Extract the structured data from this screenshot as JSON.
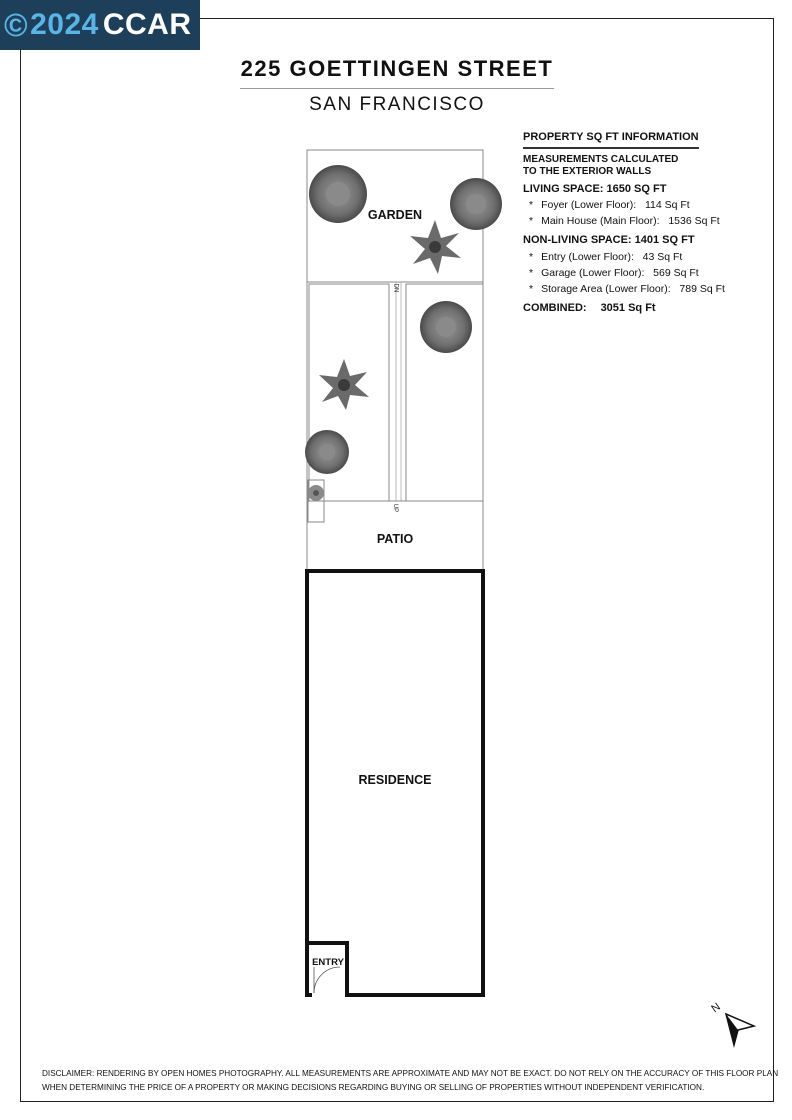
{
  "watermark": {
    "symbol": "©",
    "year": "2024",
    "brand": "CCAR"
  },
  "header": {
    "title": "225 GOETTINGEN STREET",
    "subtitle": "SAN FRANCISCO"
  },
  "sqft_info": {
    "heading": "PROPERTY SQ FT INFORMATION",
    "measurement_note_1": "MEASUREMENTS CALCULATED",
    "measurement_note_2": "TO THE EXTERIOR WALLS",
    "living": {
      "label": "LIVING SPACE: 1650 SQ FT",
      "items": [
        {
          "name": "Foyer (Lower Floor):",
          "value": "114 Sq Ft"
        },
        {
          "name": "Main House (Main Floor):",
          "value": "1536 Sq Ft"
        }
      ]
    },
    "non_living": {
      "label": "NON-LIVING SPACE: 1401 SQ FT",
      "items": [
        {
          "name": "Entry (Lower Floor):",
          "value": "43 Sq Ft"
        },
        {
          "name": "Garage (Lower Floor):",
          "value": "569 Sq Ft"
        },
        {
          "name": "Storage Area (Lower Floor):",
          "value": "789 Sq Ft"
        }
      ]
    },
    "combined": {
      "label": "COMBINED:",
      "value": "3051 Sq Ft"
    }
  },
  "plan": {
    "garden_label": "GARDEN",
    "patio_label": "PATIO",
    "residence_label": "RESIDENCE",
    "entry_label": "ENTRY",
    "stair_down": "DN",
    "stair_up": "UP"
  },
  "compass": {
    "north_label": "N",
    "icon": "north-arrow-icon"
  },
  "disclaimer": {
    "line1": "DISCLAIMER: RENDERING BY OPEN HOMES PHOTOGRAPHY. ALL MEASUREMENTS ARE APPROXIMATE AND MAY NOT BE EXACT. DO NOT RELY ON THE ACCURACY OF THIS FLOOR PLAN",
    "line2": "WHEN DETERMINING THE PRICE OF A PROPERTY OR MAKING DECISIONS REGARDING BUYING OR SELLING OF PROPERTIES WITHOUT INDEPENDENT VERIFICATION."
  }
}
